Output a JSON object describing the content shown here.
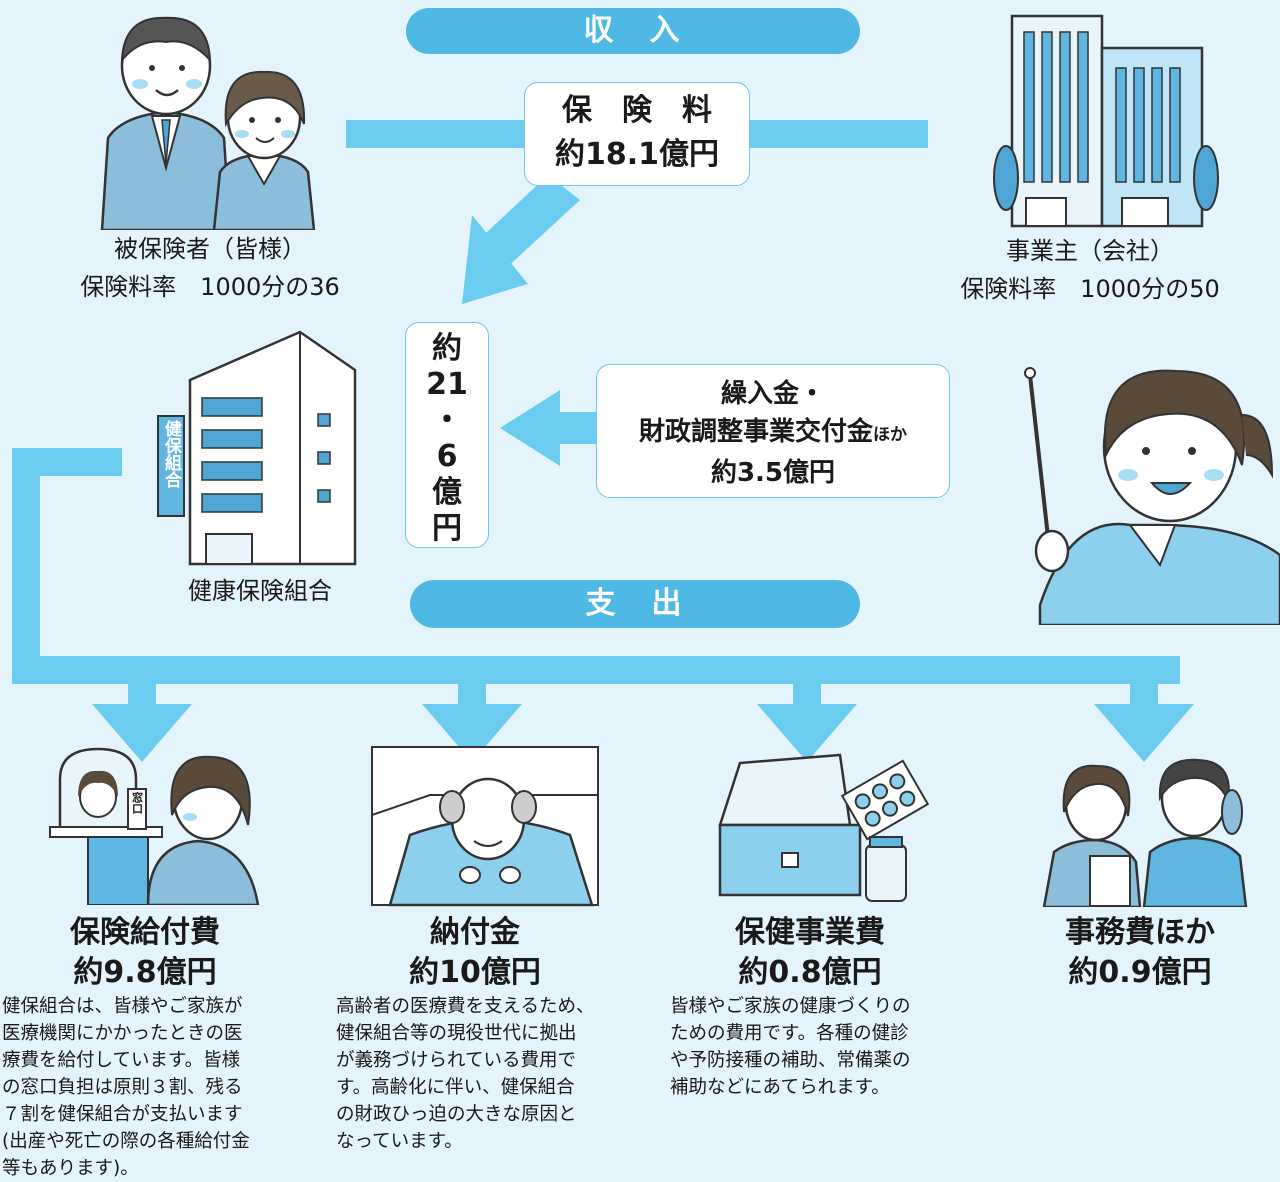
{
  "income": {
    "header": "収　入",
    "premium": {
      "line1": "保　険　料",
      "line2": "約18.1億円"
    },
    "insured": {
      "name": "被保険者（皆様）",
      "rate": "保険料率　1000分の36"
    },
    "employer": {
      "name": "事業主（会社）",
      "rate": "保険料率　1000分の50"
    },
    "transfer": {
      "line1": "繰入金・",
      "line2": "財政調整事業交付金",
      "line2_small": "ほか",
      "line3": "約3.5億円"
    }
  },
  "total": [
    "約",
    "21",
    "・",
    "6",
    "億",
    "円"
  ],
  "union": {
    "name": "健康保険組合",
    "sign": "健保組合"
  },
  "expense": {
    "header": "支　出",
    "items": [
      {
        "title": "保険給付費",
        "amount": "約9.8億円",
        "desc": [
          "健保組合は、皆様やご家族が",
          "医療機関にかかったときの医",
          "療費を給付しています。皆様",
          "の窓口負担は原則３割、残る",
          "７割を健保組合が支払います",
          "(出産や死亡の際の各種給付金",
          "等もあります)。"
        ]
      },
      {
        "title": "納付金",
        "amount": "約10億円",
        "desc": [
          "高齢者の医療費を支えるため、",
          "健保組合等の現役世代に拠出",
          "が義務づけられている費用で",
          "す。高齢化に伴い、健保組合",
          "の財政ひっ迫の大きな原因と",
          "なっています。"
        ]
      },
      {
        "title": "保健事業費",
        "amount": "約0.8億円",
        "desc": [
          "皆様やご家族の健康づくりの",
          "ための費用です。各種の健診",
          "や予防接種の補助、常備薬の",
          "補助などにあてられます。"
        ]
      },
      {
        "title": "事務費ほか",
        "amount": "約0.9億円",
        "desc": []
      }
    ]
  },
  "window_sign": "窓口",
  "colors": {
    "accent": "#4fb8e4",
    "arrow": "#6cccf0",
    "background": "#e4f4fc"
  }
}
